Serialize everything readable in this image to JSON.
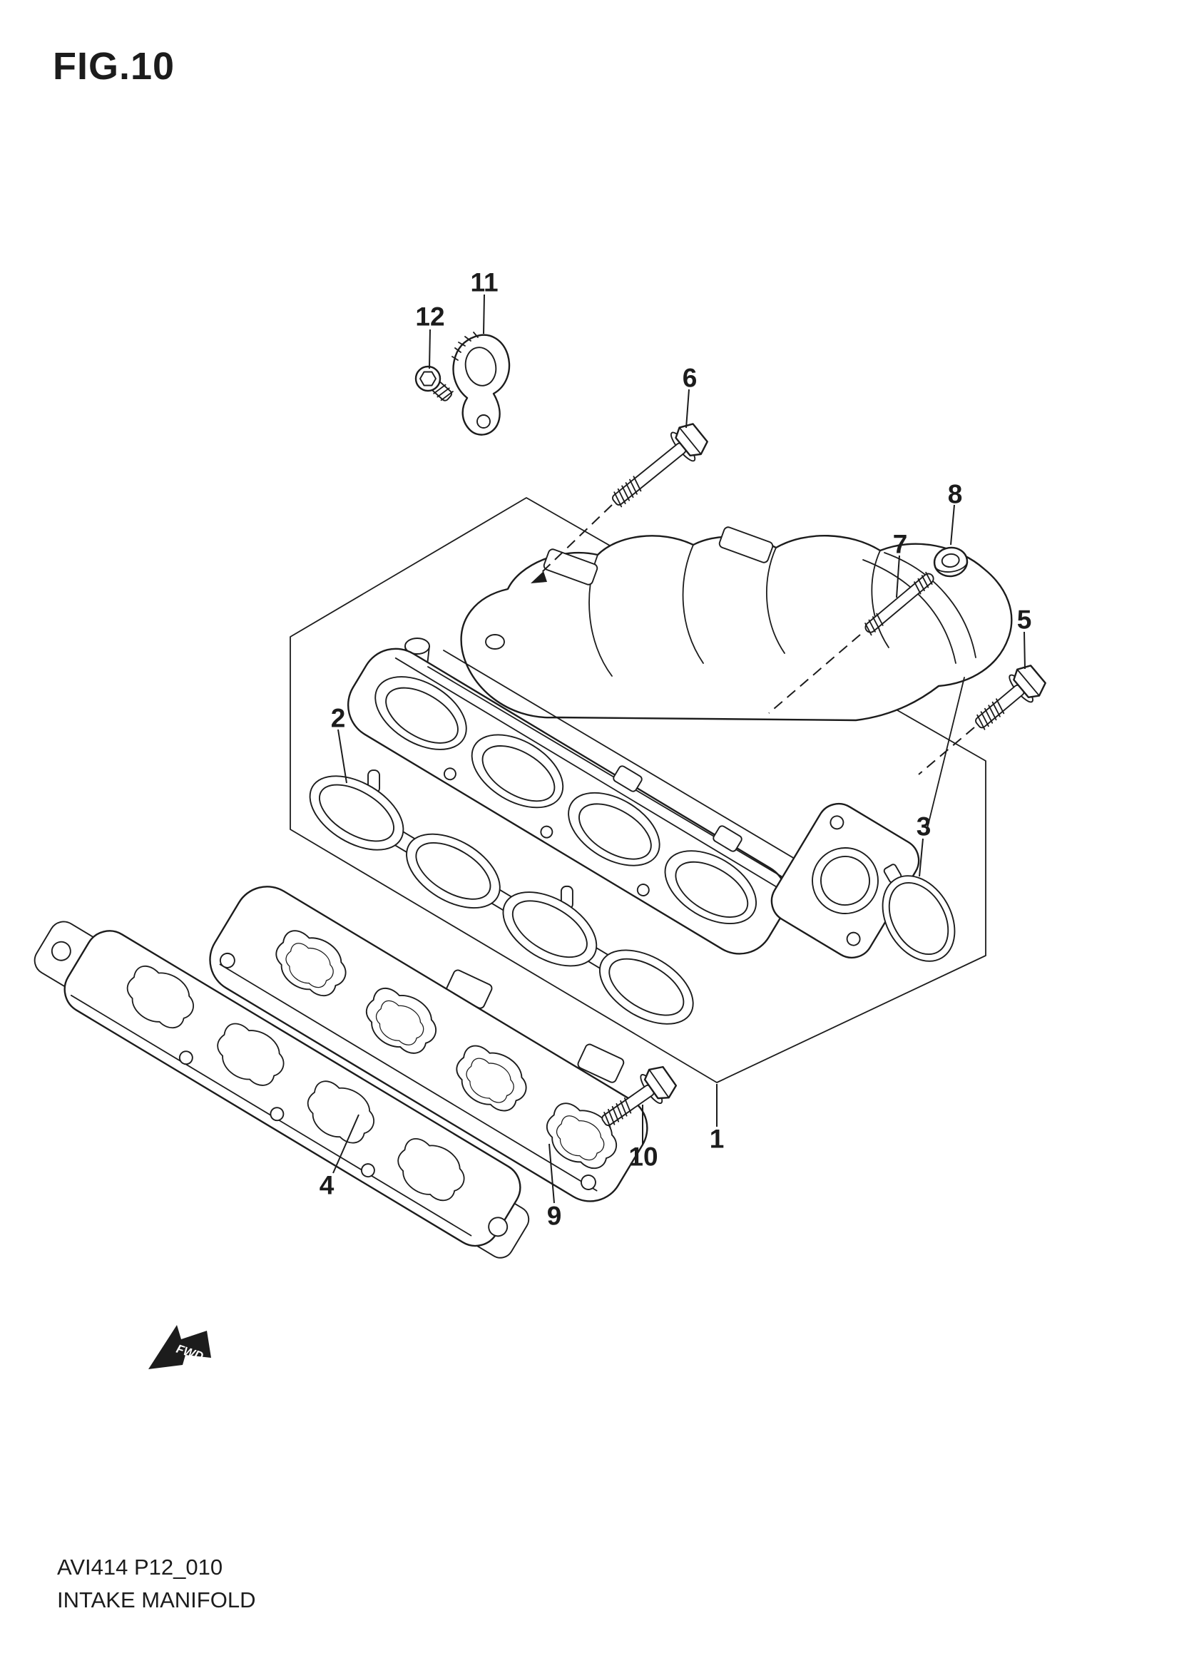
{
  "figure": {
    "title": "FIG.10"
  },
  "callouts": {
    "n1": "1",
    "n2": "2",
    "n3": "3",
    "n4": "4",
    "n5": "5",
    "n6": "6",
    "n7": "7",
    "n8": "8",
    "n9": "9",
    "n10": "10",
    "n11": "11",
    "n12": "12"
  },
  "direction_indicator": {
    "label": "FWD"
  },
  "footer": {
    "code": "AVI414 P12_010",
    "title": "INTAKE MANIFOLD"
  },
  "colors": {
    "ink": "#1c1c1c",
    "background": "#ffffff"
  }
}
